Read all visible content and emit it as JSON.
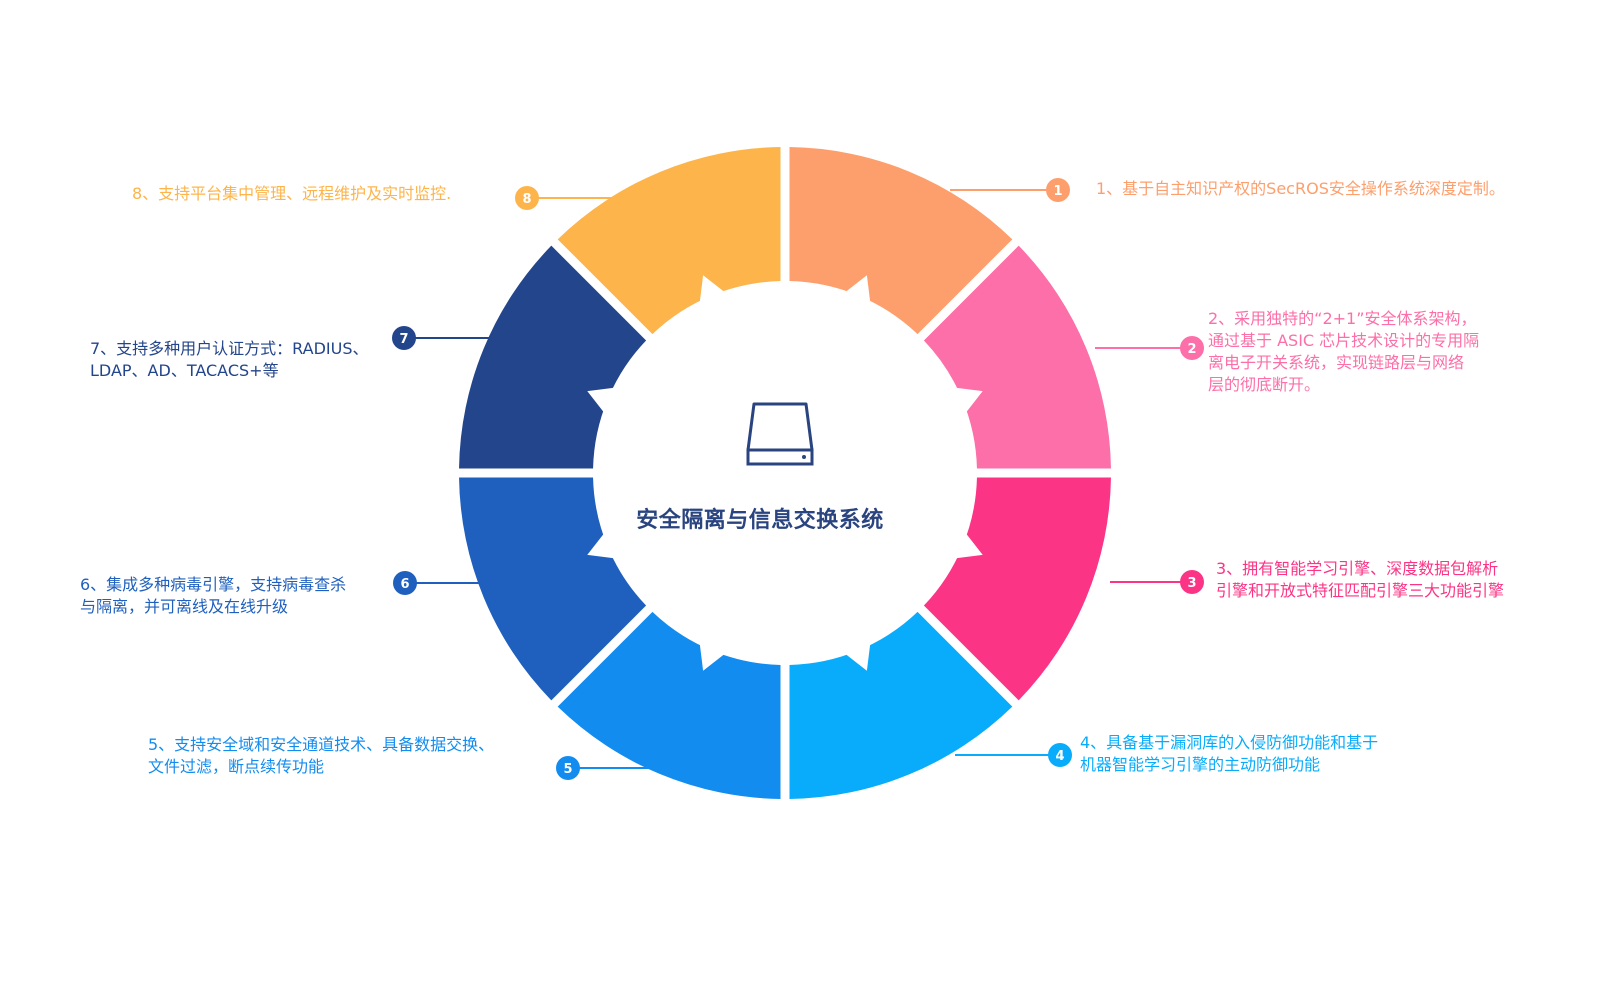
{
  "title": "安全隔离与信息交换系统",
  "center_icon": "storage-drive-icon",
  "features": [
    {
      "num": "1",
      "text": "1、基于自主知识产权的SecROS安全操作系统深度定制。",
      "color": "#fd9f6d"
    },
    {
      "num": "2",
      "text": "2、采用独特的“2+1”安全体系架构，\n通过基于 ASIC 芯片技术设计的专用隔\n离电子开关系统，实现链路层与网络\n层的彻底断开。",
      "color": "#fc6fa8"
    },
    {
      "num": "3",
      "text": "3、拥有智能学习引擎、深度数据包解析\n引擎和开放式特征匹配引擎三大功能引擎",
      "color": "#fc3486"
    },
    {
      "num": "4",
      "text": "4、具备基于漏洞库的入侵防御功能和基于\n机器智能学习引擎的主动防御功能",
      "color": "#08acfb"
    },
    {
      "num": "5",
      "text": "5、支持安全域和安全通道技术、具备数据交换、\n文件过滤，断点续传功能",
      "color": "#138cef"
    },
    {
      "num": "6",
      "text": "6、集成多种病毒引擎，支持病毒查杀\n与隔离，并可离线及在线升级",
      "color": "#1f60be"
    },
    {
      "num": "7",
      "text": "7、支持多种用户认证方式：RADIUS、\nLDAP、AD、TACACS+等",
      "color": "#23458b"
    },
    {
      "num": "8",
      "text": "8、支持平台集中管理、远程维护及实时监控.",
      "color": "#fdb44b"
    }
  ]
}
